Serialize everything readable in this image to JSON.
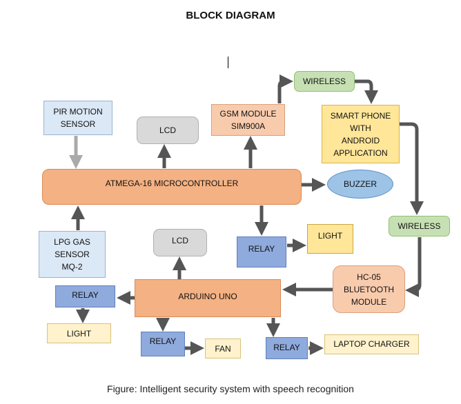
{
  "title": "BLOCK DIAGRAM",
  "caption": "Figure: Intelligent security system with speech recognition",
  "nodes": {
    "wireless_top": "WIRELESS",
    "pir": "PIR MOTION\nSENSOR",
    "lcd_top": "LCD",
    "gsm": "GSM MODULE\nSIM900A",
    "smartphone": "SMART PHONE\nWITH\nANDROID\nAPPLICATION",
    "atmega": "ATMEGA-16 MICROCONTROLLER",
    "buzzer": "BUZZER",
    "wireless_right": "WIRELESS",
    "lpg": "LPG GAS\nSENSOR\nMQ-2",
    "lcd_bottom": "LCD",
    "relay_mid": "RELAY",
    "light_mid": "LIGHT",
    "hc05": "HC-05\nBLUETOOTH\nMODULE",
    "arduino": "ARDUINO UNO",
    "relay_left": "RELAY",
    "light_left": "LIGHT",
    "relay_fan": "RELAY",
    "fan": "FAN",
    "relay_laptop": "RELAY",
    "laptop_charger": "LAPTOP CHARGER"
  }
}
